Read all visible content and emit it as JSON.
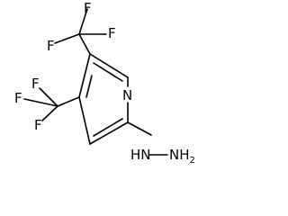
{
  "molecule": {
    "atoms": {
      "cf3_upper": {
        "f1": "F",
        "f2": "F",
        "f3": "F"
      },
      "cf3_lower": {
        "f1": "F",
        "f2": "F",
        "f3": "F"
      },
      "ring_n": "N",
      "hydrazine": {
        "nh": "HN",
        "nh2_n": "NH",
        "nh2_sub": "2"
      }
    }
  },
  "colors": {
    "ink": "#000000",
    "background": "#ffffff"
  }
}
